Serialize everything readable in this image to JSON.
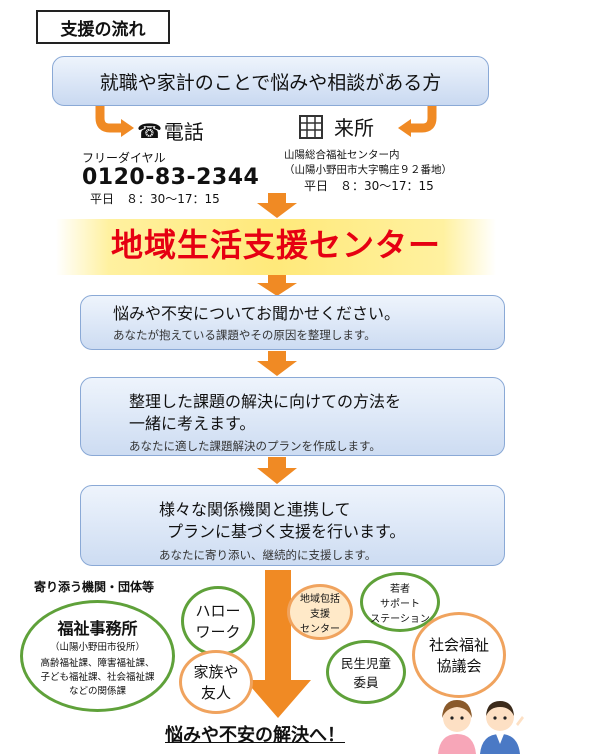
{
  "title": "支援の流れ",
  "top_box": "就職や家計のことで悩みや相談がある方",
  "phone": {
    "heading": "電話",
    "sub": "フリーダイヤル",
    "number": "0120-83-2344",
    "hours": "平日　８：30〜17：15"
  },
  "visit": {
    "heading": "来所",
    "place": "山陽総合福祉センター内",
    "address": "（山陽小野田市大字鴨庄９２番地）",
    "hours": "平日　８：30〜17：15"
  },
  "center": "地域生活支援センター",
  "steps": [
    {
      "line1": "悩みや不安についてお聞かせください。",
      "line2": "",
      "note": "あなたが抱えている課題やその原因を整理します。"
    },
    {
      "line1": "整理した課題の解決に向けての方法を",
      "line2": "一緒に考えます。",
      "note": "あなたに適した課題解決のプランを作成します。"
    },
    {
      "line1": "様々な関係機関と連携して",
      "line2": "プランに基づく支援を行います。",
      "note": "あなたに寄り添い、継続的に支援します。"
    }
  ],
  "partners_heading": "寄り添う機関・団体等",
  "fukushi": {
    "title": "福祉事務所",
    "sub": "（山陽小野田市役所）",
    "l1": "高齢福祉課、障害福祉課、",
    "l2": "子ども福祉課、社会福祉課",
    "l3": "などの関係課"
  },
  "circles": {
    "hello_work": [
      "ハロー",
      "ワーク"
    ],
    "family": [
      "家族や",
      "友人"
    ],
    "chiiki": [
      "地域包括",
      "支援",
      "センター"
    ],
    "youth": [
      "若者",
      "サポート",
      "ステーション"
    ],
    "minsei": [
      "民生児童",
      "委員"
    ],
    "shakyo": [
      "社会福祉",
      "協議会"
    ]
  },
  "final": "悩みや不安の解決へ！",
  "colors": {
    "arrow": "#f08a24",
    "center_text": "#e60012",
    "green": "#5fa13a"
  }
}
